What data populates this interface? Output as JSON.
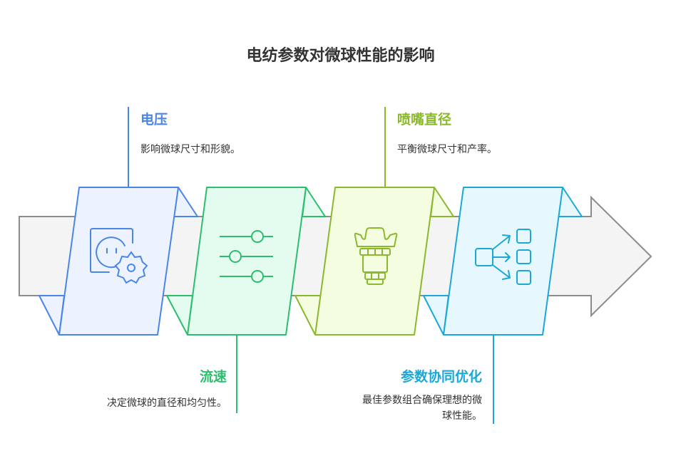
{
  "title": "电纺参数对微球性能的影响",
  "steps": [
    {
      "heading": "电压",
      "description": "影响微球尺寸和形貌。",
      "color": "#4a86e8",
      "fill": "#edf3fe",
      "icon": "socket-gear-icon"
    },
    {
      "heading": "流速",
      "description": "决定微球的直径和均匀性。",
      "color": "#2dbd6e",
      "fill": "#e3fcef",
      "icon": "sliders-icon"
    },
    {
      "heading": "喷嘴直径",
      "description": "平衡微球尺寸和产率。",
      "color": "#8ab92d",
      "fill": "#f4fde0",
      "icon": "nozzle-icon"
    },
    {
      "heading": "参数协同优化",
      "description_lines": [
        "最佳参数组合确保理想的微",
        "球性能。"
      ],
      "color": "#1ba8d8",
      "fill": "#e6f8fe",
      "icon": "distribute-icon"
    }
  ]
}
